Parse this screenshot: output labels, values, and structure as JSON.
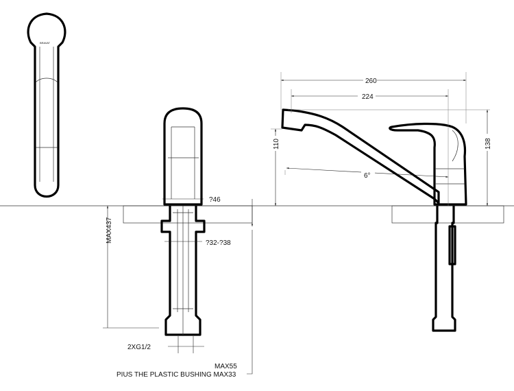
{
  "drawing": {
    "top_view": {
      "brand_mark": "BRAVAT"
    },
    "side_view": {
      "dim_diameter_body": "?46",
      "dim_diameter_hole": "?32-?38",
      "dim_max_height": "MAX437",
      "dim_connection": "2XG1/2",
      "dim_counter_thickness": "MAX55",
      "note_bushing": "PIUS THE PLASTIC BUSHING MAX33"
    },
    "front_view": {
      "dim_total_length": "260",
      "dim_spout_reach": "224",
      "dim_spout_height": "110",
      "dim_total_height": "138",
      "dim_angle": "6°"
    }
  }
}
